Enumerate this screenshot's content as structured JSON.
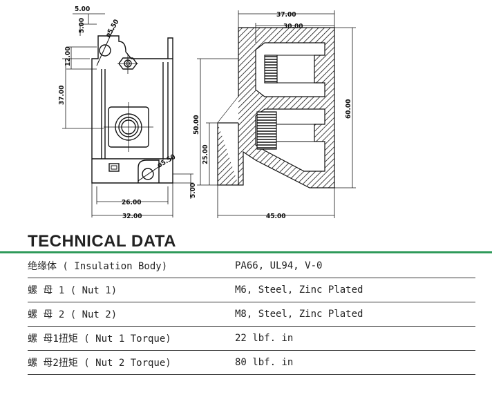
{
  "drawing": {
    "front_view": {
      "dim_top_5": "5.00",
      "dim_side_5": "5.00",
      "dim_12": "12.00",
      "dim_37": "37.00",
      "dim_hole_top": "ø5.50",
      "dim_hole_bottom": "ø5.50",
      "dim_26": "26.00",
      "dim_32": "32.00",
      "dim_bottom_5": "5.00"
    },
    "side_view": {
      "dim_37": "37.00",
      "dim_30": "30.00",
      "dim_60": "60.00",
      "dim_50": "50.00",
      "dim_25": "25.00",
      "dim_45": "45.00"
    }
  },
  "section_title": "TECHNICAL DATA",
  "accent_color": "#2f9a5a",
  "specs": [
    {
      "label": "绝缘体 ( Insulation Body)",
      "value": "PA66, UL94, V-0"
    },
    {
      "label": "螺 母 1 ( Nut 1)",
      "value": "M6, Steel, Zinc Plated"
    },
    {
      "label": "螺 母 2 ( Nut 2)",
      "value": "M8, Steel, Zinc Plated"
    },
    {
      "label": "螺 母1扭矩 ( Nut 1 Torque)",
      "value": "22 lbf. in"
    },
    {
      "label": "螺 母2扭矩 ( Nut 2 Torque)",
      "value": "80 lbf. in"
    }
  ]
}
